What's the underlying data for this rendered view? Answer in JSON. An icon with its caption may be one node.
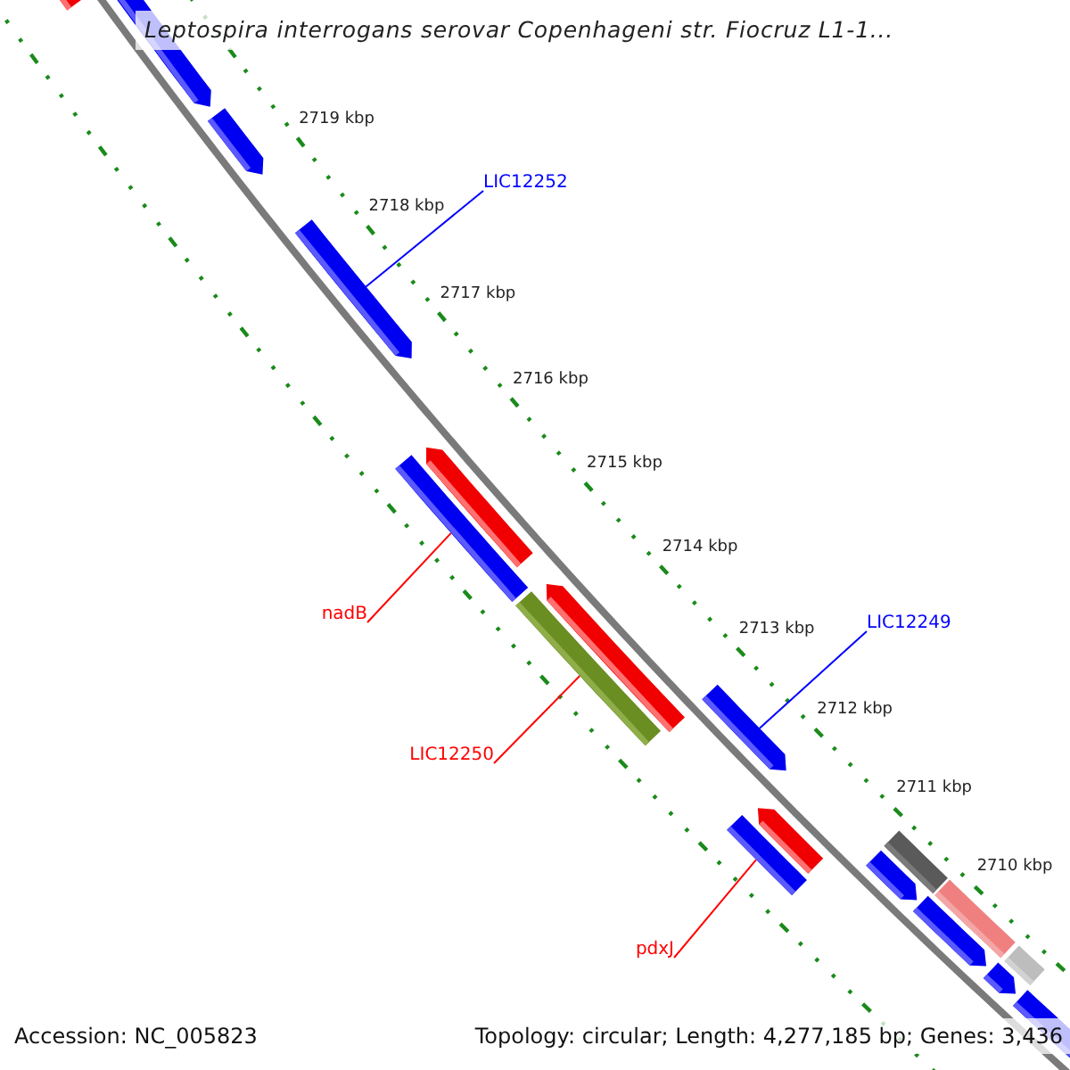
{
  "diagram": {
    "title": "Leptospira interrogans serovar Copenhageni str. Fiocruz L1-1...",
    "nodes": [
      {
        "text": [
          "LIC12252"
        ]
      },
      {
        "text": [
          "nadB"
        ]
      },
      {
        "text": [
          "LIC12250"
        ]
      },
      {
        "text": [
          "LIC12249"
        ]
      },
      {
        "text": [
          "pdxJ"
        ]
      },
      {
        "text": [],
        "shape": "bar"
      },
      {
        "text": [],
        "shape": "bar"
      },
      {
        "text": [],
        "shape": "bar"
      },
      {
        "text": [],
        "shape": "bar"
      },
      {
        "text": [],
        "shape": "bar"
      },
      {
        "text": [],
        "shape": "bar"
      },
      {
        "text": [],
        "shape": "bar"
      },
      {
        "text": [],
        "shape": "bar"
      },
      {
        "text": [],
        "shape": "bar"
      },
      {
        "text": [],
        "shape": "bar"
      },
      {
        "text": [],
        "shape": "bar"
      },
      {
        "text": [],
        "shape": "bar"
      },
      {
        "text": [],
        "shape": "bar"
      },
      {
        "text": [],
        "shape": "bar"
      },
      {
        "text": [],
        "shape": "bar"
      },
      {
        "text": [],
        "shape": "bar"
      },
      {
        "text": [],
        "shape": "bar"
      },
      {
        "text": [],
        "shape": "bar"
      }
    ],
    "edges": [
      {
        "from": 0,
        "to": 8,
        "arrow": "none",
        "color": "#0000ff"
      },
      {
        "from": 1,
        "to": 9,
        "arrow": "none"
      },
      {
        "from": 2,
        "to": 11,
        "arrow": "none"
      },
      {
        "from": 3,
        "to": 13,
        "arrow": "none",
        "color": "#0000ff"
      },
      {
        "from": 4,
        "to": 15,
        "arrow": "none"
      }
    ],
    "labels": [
      "2719 kbp",
      "2718 kbp",
      "2717 kbp",
      "2716 kbp",
      "2715 kbp",
      "2714 kbp",
      "2713 kbp",
      "2712 kbp",
      "2711 kbp",
      "2710 kbp",
      "Accession: NC_005823",
      "Topology: circular; Length: 4,277,185 bp; Genes: 3,436"
    ]
  }
}
